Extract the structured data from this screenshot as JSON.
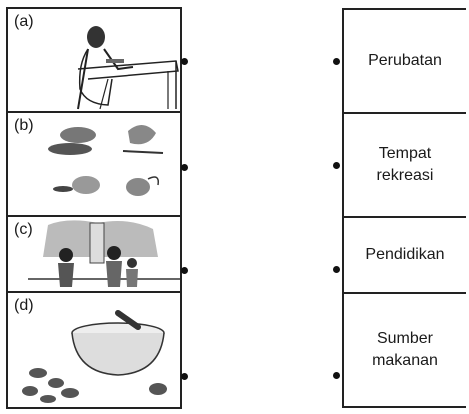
{
  "pictures": [
    {
      "label": "(a)",
      "icon": "person-writing-at-desk-icon"
    },
    {
      "label": "(b)",
      "icon": "vegetables-and-fish-icon"
    },
    {
      "label": "(c)",
      "icon": "family-at-waterfall-icon"
    },
    {
      "label": "(d)",
      "icon": "mortar-pestle-herbs-icon"
    }
  ],
  "words": [
    {
      "line1": "Perubatan",
      "line2": ""
    },
    {
      "line1": "Tempat",
      "line2": "rekreasi"
    },
    {
      "line1": "Pendidikan",
      "line2": ""
    },
    {
      "line1": "Sumber",
      "line2": "makanan"
    }
  ]
}
